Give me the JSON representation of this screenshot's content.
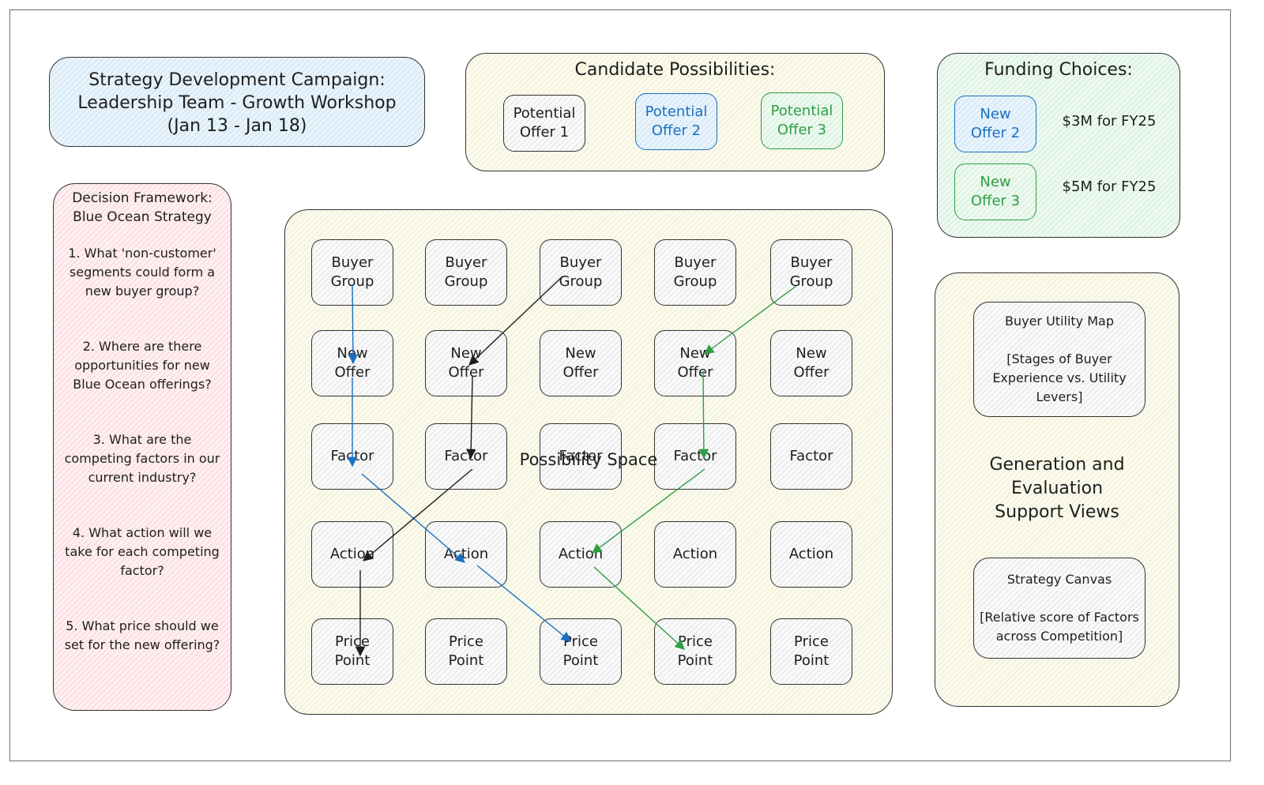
{
  "header": {
    "title_lines": [
      "Strategy Development Campaign:",
      "Leadership Team - Growth Workshop",
      "(Jan 13 - Jan 18)"
    ]
  },
  "candidates": {
    "title": "Candidate Possibilities:",
    "offers": [
      "Potential\nOffer 1",
      "Potential\nOffer 2",
      "Potential\nOffer 3"
    ]
  },
  "funding": {
    "title": "Funding Choices:",
    "choices": [
      {
        "label": "New\nOffer 2",
        "amount": "$3M for FY25"
      },
      {
        "label": "New\nOffer 3",
        "amount": "$5M for FY25"
      }
    ]
  },
  "framework": {
    "title": "Decision Framework:\nBlue Ocean Strategy",
    "questions": [
      "1. What 'non-customer' segments could form a new buyer group?",
      "2. Where are there opportunities for new Blue Ocean offerings?",
      "3. What are the competing factors in our current industry?",
      "4. What action will we take for each competing factor?",
      "5. What price should we set for the new offering?"
    ]
  },
  "possibility": {
    "label": "Possibility Space",
    "rows": [
      "Buyer\nGroup",
      "New\nOffer",
      "Factor",
      "Action",
      "Price\nPoint"
    ]
  },
  "support": {
    "title": "Generation and\nEvaluation\nSupport Views",
    "views": [
      "Buyer Utility Map\n\n[Stages of Buyer Experience vs. Utility Levers]",
      "Strategy Canvas\n\n[Relative score of Factors across Competition]"
    ]
  },
  "colors": {
    "blue": "#1971c2",
    "green": "#2f9e44",
    "black": "#1e1e1e"
  }
}
